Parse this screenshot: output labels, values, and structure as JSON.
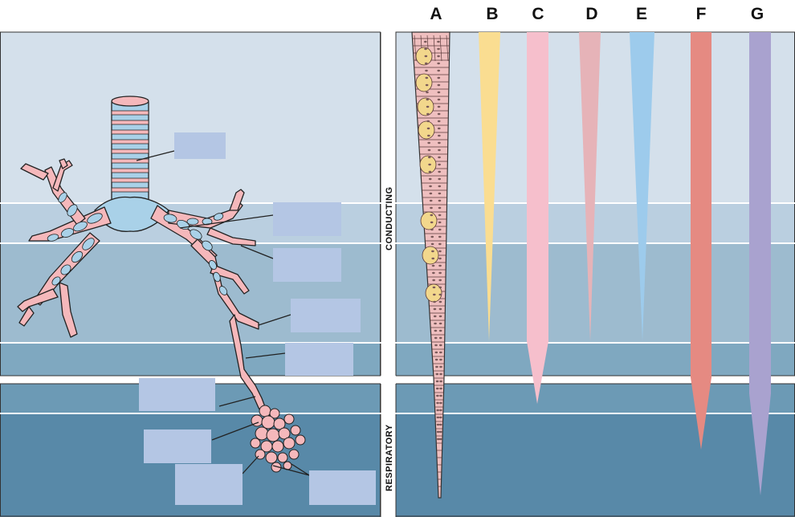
{
  "columns": {
    "a": "A",
    "b": "B",
    "c": "C",
    "d": "D",
    "e": "E",
    "f": "F",
    "g": "G"
  },
  "zones": {
    "conducting": "CONDUCTING",
    "respiratory": "RESPIRATORY"
  },
  "colors": {
    "band1": "#d4e0eb",
    "band2": "#bacfe0",
    "band3": "#9dbbcf",
    "band4": "#7fa8c0",
    "band5": "#6c9ab5",
    "band6": "#5889a8",
    "label_box": "#b4c6e4",
    "airway": "#f5b8bb",
    "cartilage": "#a9d1e8",
    "outline": "#222222",
    "col_b": "#fadd91",
    "col_c": "#f6bfcc",
    "col_d": "#e6b3b8",
    "col_e": "#9dcbec",
    "col_f": "#e58a82",
    "col_g": "#a9a2cf",
    "epithelium": "#efbfbf",
    "goblet": "#f2d78c"
  },
  "label_boxes_count_note": ""
}
